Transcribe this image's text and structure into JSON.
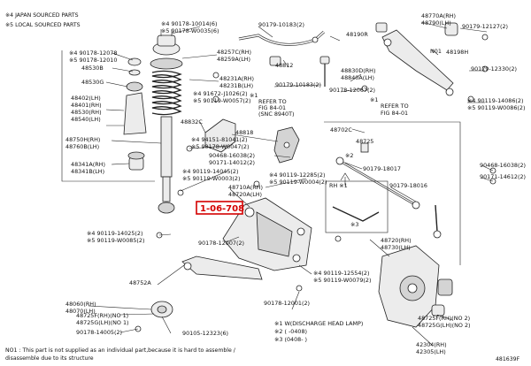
{
  "legend": {
    "line1": "※4 JAPAN SOURCED PARTS",
    "line2": "※5 LOCAL SOURCED PARTS"
  },
  "highlight": {
    "label": "1-06-708",
    "color": "#d40000"
  },
  "parts": [
    {
      "id": "p1",
      "text": "※4 90178-10014(6)"
    },
    {
      "id": "p2",
      "text": "※5 90178-W0035(6)"
    },
    {
      "id": "p3",
      "text": "48257C(RH)"
    },
    {
      "id": "p4",
      "text": "48259A(LH)"
    },
    {
      "id": "p5",
      "text": "90179-10183(2)"
    },
    {
      "id": "p6",
      "text": "48770A(RH)"
    },
    {
      "id": "p7",
      "text": "48790(LH)"
    },
    {
      "id": "p8",
      "text": "90179-12127(2)"
    },
    {
      "id": "p9",
      "text": "※4 90178-12078"
    },
    {
      "id": "p10",
      "text": "※5 90178-12010"
    },
    {
      "id": "p11",
      "text": "48530B"
    },
    {
      "id": "p12",
      "text": "48530G"
    },
    {
      "id": "p13",
      "text": "48190R"
    },
    {
      "id": "p14",
      "text": "48812"
    },
    {
      "id": "p15",
      "text": "N01"
    },
    {
      "id": "p16",
      "text": "48198H"
    },
    {
      "id": "p17",
      "text": "90179-12330(2)"
    },
    {
      "id": "p18",
      "text": "48830D(RH)"
    },
    {
      "id": "p19",
      "text": "48840A(LH)"
    },
    {
      "id": "p20",
      "text": "48231A(RH)"
    },
    {
      "id": "p21",
      "text": "48231B(LH)"
    },
    {
      "id": "p22",
      "text": "※4 91672-J1026(2)"
    },
    {
      "id": "p23",
      "text": "※5 90119-W0057(2)"
    },
    {
      "id": "p24",
      "text": "90179-10183(2)"
    },
    {
      "id": "p25",
      "text": "90178-12067(2)"
    },
    {
      "id": "p26",
      "text": "REFER TO"
    },
    {
      "id": "p27",
      "text": "FIG 84-01"
    },
    {
      "id": "p28",
      "text": "(SNC 8940T)"
    },
    {
      "id": "p29",
      "text": "REFER TO"
    },
    {
      "id": "p30",
      "text": "FIG 84-01"
    },
    {
      "id": "p31",
      "text": "※4 90119-14086(2)"
    },
    {
      "id": "p32",
      "text": "※5 90119-W0086(2)"
    },
    {
      "id": "p33",
      "text": "48530(RH)"
    },
    {
      "id": "p34",
      "text": "48540(LH)"
    },
    {
      "id": "p35",
      "text": "48401(RH)"
    },
    {
      "id": "p36",
      "text": "48402(LH)"
    },
    {
      "id": "p37",
      "text": "48832C"
    },
    {
      "id": "p38",
      "text": "48818"
    },
    {
      "id": "p39",
      "text": "48702C"
    },
    {
      "id": "p40",
      "text": "48725"
    },
    {
      "id": "p41",
      "text": "48750H(RH)"
    },
    {
      "id": "p42",
      "text": "48760B(LH)"
    },
    {
      "id": "p43",
      "text": "※4 94151-81041(2)"
    },
    {
      "id": "p44",
      "text": "※5 90178-W0047(2)"
    },
    {
      "id": "p45",
      "text": "90468-16038(2)"
    },
    {
      "id": "p46",
      "text": "90171-14012(2)"
    },
    {
      "id": "p47",
      "text": "48341A(RH)"
    },
    {
      "id": "p48",
      "text": "48341B(LH)"
    },
    {
      "id": "p49",
      "text": "90179-18017"
    },
    {
      "id": "p50",
      "text": "90468-16038(2)"
    },
    {
      "id": "p51",
      "text": "90171-14612(2)"
    },
    {
      "id": "p52",
      "text": "※4 90119-14045(2)"
    },
    {
      "id": "p53",
      "text": "※5 90119-W0003(2)"
    },
    {
      "id": "p54",
      "text": "※4 90119-12285(2)"
    },
    {
      "id": "p55",
      "text": "※5 90119-W0004(2)"
    },
    {
      "id": "p56",
      "text": "48710A(RH)"
    },
    {
      "id": "p57",
      "text": "48720A(LH)"
    },
    {
      "id": "p58",
      "text": "90179-18016"
    },
    {
      "id": "p59",
      "text": "※4 90119-14025(2)"
    },
    {
      "id": "p60",
      "text": "※5 90119-W0085(2)"
    },
    {
      "id": "p61",
      "text": "90178-12007(2)"
    },
    {
      "id": "p62",
      "text": "48720(RH)"
    },
    {
      "id": "p63",
      "text": "48730(LH)"
    },
    {
      "id": "p64",
      "text": "※4 90119-12554(2)"
    },
    {
      "id": "p65",
      "text": "※5 90119-W0079(2)"
    },
    {
      "id": "p66",
      "text": "48752A"
    },
    {
      "id": "p67",
      "text": "48060(RH)"
    },
    {
      "id": "p68",
      "text": "48070(LH)"
    },
    {
      "id": "p69",
      "text": "48725F(RH)(NO 1)"
    },
    {
      "id": "p70",
      "text": "48725G(LH)(NO 1)"
    },
    {
      "id": "p71",
      "text": "90178-14005(2)"
    },
    {
      "id": "p72",
      "text": "90105-12323(6)"
    },
    {
      "id": "p73",
      "text": "90178-12001(2)"
    },
    {
      "id": "p74",
      "text": "48725F(RH)(NO 2)"
    },
    {
      "id": "p75",
      "text": "48725G(LH)(NO 2)"
    },
    {
      "id": "p76",
      "text": "42304(RH)"
    },
    {
      "id": "p77",
      "text": "42305(LH)"
    },
    {
      "id": "p78",
      "text": "※1  W(DISCHARGE HEAD LAMP)"
    },
    {
      "id": "p79",
      "text": "※2  (   -0408)"
    },
    {
      "id": "p80",
      "text": "※3  (0408-   )"
    },
    {
      "id": "p81",
      "text": "※1"
    },
    {
      "id": "p82",
      "text": "※1"
    },
    {
      "id": "p83",
      "text": "RH ※1"
    },
    {
      "id": "p84",
      "text": "※2"
    },
    {
      "id": "p85",
      "text": "※3"
    }
  ],
  "footnote": {
    "line1": "NO1 : This part is not supplied as an individual part,because it is hard to assemble /",
    "line2": "disassemble due to its structure"
  },
  "figure_id": "481639F"
}
